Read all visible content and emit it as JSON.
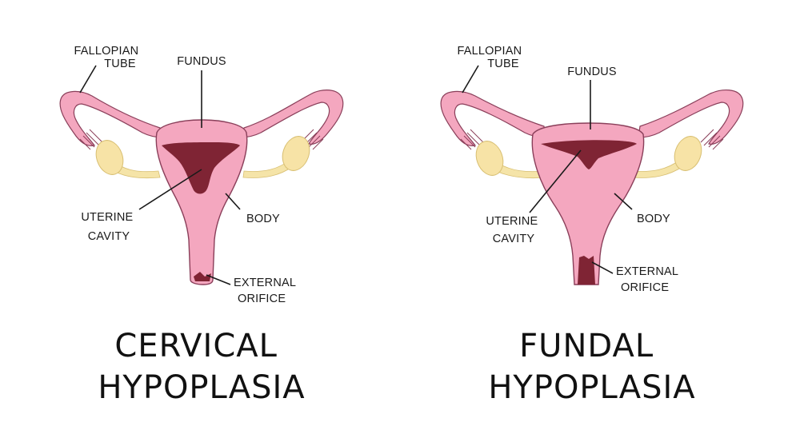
{
  "colors": {
    "tissue": "#f4a7bf",
    "tissue_outline": "#8a3f5a",
    "cavity": "#7f2434",
    "ovary": "#f7e3a6",
    "ovary_outline": "#d8bf72",
    "ligament": "#f5e4a8",
    "text": "#1a1a1a"
  },
  "left_diagram": {
    "labels": {
      "fallopian_tube": [
        "FALLOPIAN",
        "TUBE"
      ],
      "fundus": "FUNDUS",
      "uterine_cavity": [
        "UTERINE",
        "CAVITY"
      ],
      "body": "BODY",
      "external_orifice": [
        "EXTERNAL",
        "ORIFICE"
      ]
    },
    "title": [
      "CERVICAL",
      "HYPOPLASIA"
    ]
  },
  "right_diagram": {
    "labels": {
      "fallopian_tube": [
        "FALLOPIAN",
        "TUBE"
      ],
      "fundus": "FUNDUS",
      "uterine_cavity": [
        "UTERINE",
        "CAVITY"
      ],
      "body": "BODY",
      "external_orifice": [
        "EXTERNAL",
        "ORIFICE"
      ]
    },
    "title": [
      "FUNDAL",
      "HYPOPLASIA"
    ]
  }
}
